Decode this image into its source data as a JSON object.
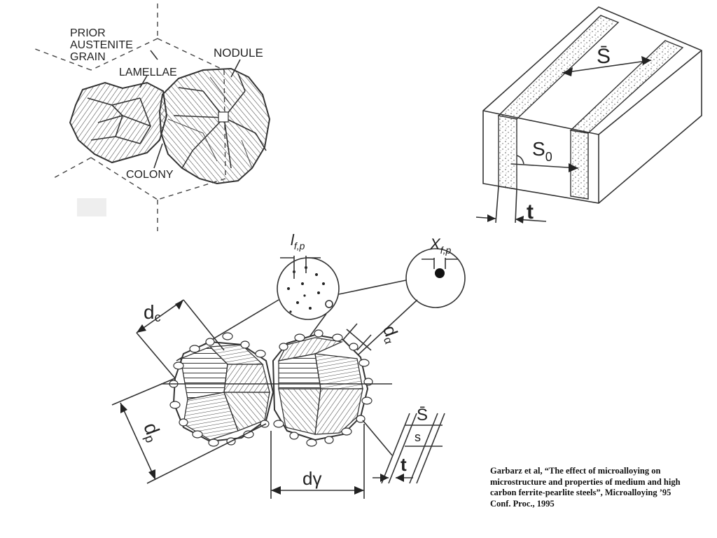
{
  "pearlite_diagram": {
    "label_prior": "PRIOR",
    "label_austenite": "AUSTENITE",
    "label_grain": "GRAIN",
    "label_nodule": "NODULE",
    "label_lamellae": "LAMELLAE",
    "label_colony": "COLONY"
  },
  "block_diagram": {
    "label_s_bar": "S̄",
    "label_s0": "S",
    "label_s0_sub": "0",
    "label_t": "t"
  },
  "microstructure_diagram": {
    "label_l": "l",
    "label_l_sub": "f,p",
    "label_x": "X",
    "label_x_sub": "f,p",
    "label_dc": "d",
    "label_dc_sub": "c",
    "label_dalpha": "d",
    "label_dalpha_sub": "α",
    "label_dp": "d",
    "label_dp_sub": "p",
    "label_dgamma": "dγ",
    "label_s_bar": "S̄",
    "label_s": "s",
    "label_t": "t"
  },
  "caption": {
    "text": "Garbarz et al, “The effect of microalloying on microstructure and properties of medium and high carbon ferrite-pearlite steels”, Microalloying ’95 Conf. Proc., 1995"
  },
  "colors": {
    "ink": "#222222",
    "paper": "#ffffff"
  }
}
